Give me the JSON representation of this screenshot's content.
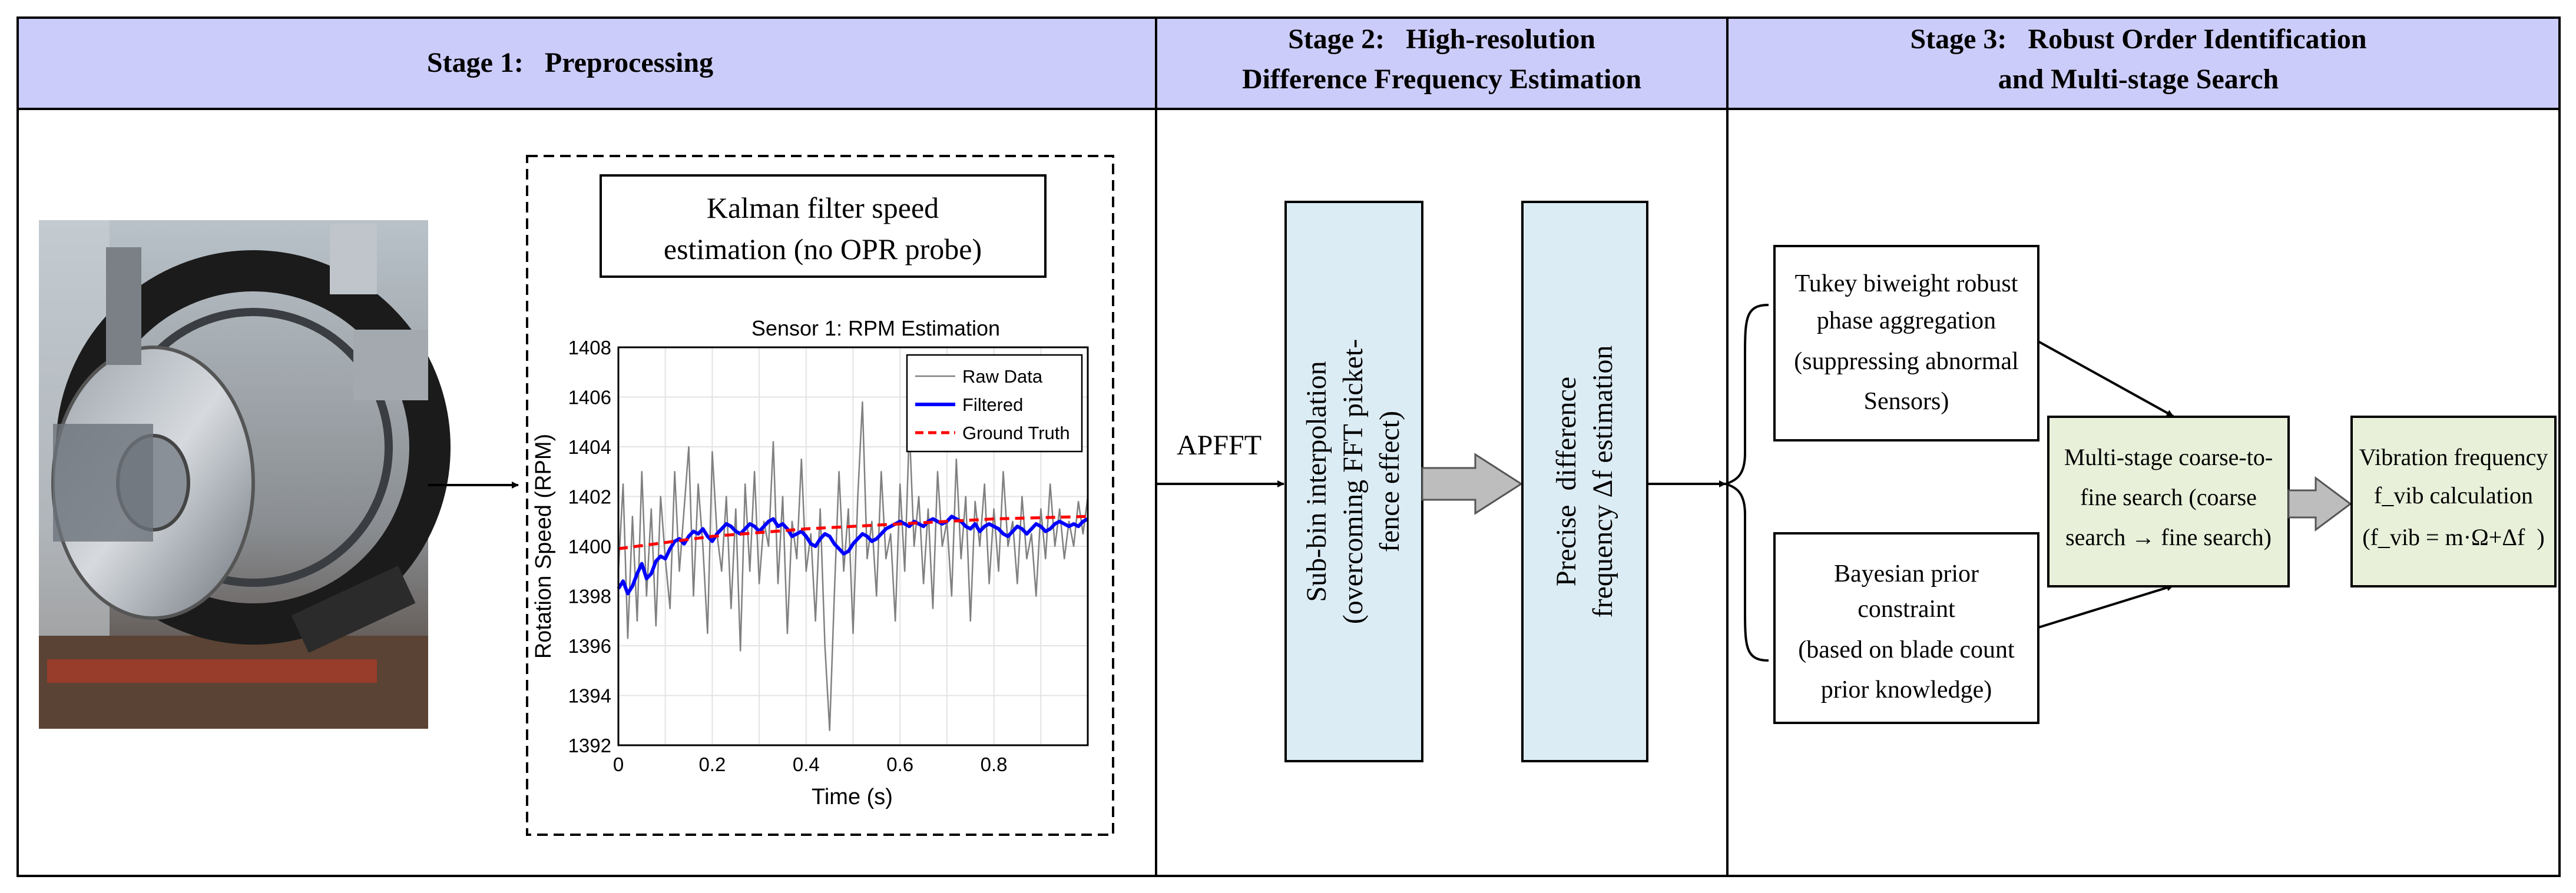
{
  "stages": [
    {
      "title_lines": [
        "Stage 1:   Preprocessing"
      ]
    },
    {
      "title_lines": [
        "Stage 2:   High-resolution",
        "Difference Frequency Estimation"
      ]
    },
    {
      "title_lines": [
        "Stage 3:   Robust Order Identification",
        "and Multi-stage Search"
      ]
    }
  ],
  "stage1": {
    "photo": {
      "alt": "test rig photograph"
    },
    "kalman_box_lines": [
      "Kalman filter speed",
      "estimation (no OPR probe)"
    ]
  },
  "stage2": {
    "input_label": "APFFT",
    "box1_lines": [
      "Sub-bin interpolation",
      "(overcoming FFT picket-",
      "fence effect)"
    ],
    "box2_lines": [
      "Precise  difference",
      "frequency Δf estimation"
    ]
  },
  "stage3": {
    "tukey_lines": [
      "Tukey biweight robust",
      "phase aggregation",
      "(suppressing abnormal",
      "Sensors)"
    ],
    "bayes_lines": [
      "Bayesian prior",
      "constraint",
      "(based on blade count",
      "prior knowledge)"
    ],
    "search_lines": [
      "Multi-stage coarse-to-",
      "fine search (coarse",
      "search → fine search)"
    ],
    "vib_lines": [
      "Vibration frequency",
      "f_vib calculation",
      "(f_vib = m·Ω+Δf  )"
    ]
  },
  "colors": {
    "header_fill": "#ccccfa",
    "box_blue": "#dcecf4",
    "box_green": "#e8f0d9",
    "arrow_gray": "#bdbdbd"
  },
  "chart_data": {
    "type": "line",
    "title": "Sensor 1: RPM Estimation",
    "xlabel": "Time (s)",
    "ylabel": "Rotation Speed (RPM)",
    "xlim": [
      0,
      1.0
    ],
    "ylim": [
      1392,
      1408
    ],
    "xticks": [
      0,
      0.2,
      0.4,
      0.6,
      0.8
    ],
    "yticks": [
      1392,
      1394,
      1396,
      1398,
      1400,
      1402,
      1404,
      1406,
      1408
    ],
    "grid": true,
    "legend_position": "top-right",
    "x": [
      0.0,
      0.01,
      0.02,
      0.03,
      0.04,
      0.05,
      0.06,
      0.07,
      0.08,
      0.09,
      0.1,
      0.11,
      0.12,
      0.13,
      0.14,
      0.15,
      0.16,
      0.17,
      0.18,
      0.19,
      0.2,
      0.21,
      0.22,
      0.23,
      0.24,
      0.25,
      0.26,
      0.27,
      0.28,
      0.29,
      0.3,
      0.31,
      0.32,
      0.33,
      0.34,
      0.35,
      0.36,
      0.37,
      0.38,
      0.39,
      0.4,
      0.41,
      0.42,
      0.43,
      0.44,
      0.45,
      0.46,
      0.47,
      0.48,
      0.49,
      0.5,
      0.51,
      0.52,
      0.53,
      0.54,
      0.55,
      0.56,
      0.57,
      0.58,
      0.59,
      0.6,
      0.61,
      0.62,
      0.63,
      0.64,
      0.65,
      0.66,
      0.67,
      0.68,
      0.69,
      0.7,
      0.71,
      0.72,
      0.73,
      0.74,
      0.75,
      0.76,
      0.77,
      0.78,
      0.79,
      0.8,
      0.81,
      0.82,
      0.83,
      0.84,
      0.85,
      0.86,
      0.87,
      0.88,
      0.89,
      0.9,
      0.91,
      0.92,
      0.93,
      0.94,
      0.95,
      0.96,
      0.97,
      0.98,
      0.99,
      1.0
    ],
    "series": [
      {
        "name": "Raw Data",
        "color": "#808080",
        "style": "solid",
        "values": [
          1399.0,
          1402.5,
          1396.3,
          1401.2,
          1397.0,
          1403.0,
          1398.0,
          1401.5,
          1396.8,
          1402.0,
          1399.5,
          1397.5,
          1403.0,
          1399.0,
          1401.5,
          1404.0,
          1398.0,
          1402.5,
          1400.0,
          1396.5,
          1403.8,
          1400.5,
          1399.0,
          1402.0,
          1397.5,
          1401.5,
          1395.8,
          1402.5,
          1399.0,
          1403.0,
          1398.5,
          1401.0,
          1400.0,
          1404.2,
          1398.5,
          1402.0,
          1396.5,
          1401.0,
          1399.5,
          1403.5,
          1399.0,
          1400.5,
          1397.0,
          1401.5,
          1396.0,
          1392.6,
          1398.0,
          1403.0,
          1399.0,
          1401.5,
          1396.5,
          1402.0,
          1405.8,
          1399.5,
          1401.0,
          1398.0,
          1403.0,
          1399.5,
          1400.5,
          1397.0,
          1402.5,
          1399.0,
          1404.8,
          1400.0,
          1402.0,
          1398.5,
          1401.5,
          1397.5,
          1403.0,
          1400.0,
          1401.0,
          1398.0,
          1403.5,
          1399.5,
          1402.0,
          1397.0,
          1401.8,
          1400.0,
          1402.5,
          1398.5,
          1401.5,
          1399.0,
          1403.0,
          1400.0,
          1401.0,
          1398.5,
          1402.0,
          1399.5,
          1400.5,
          1398.0,
          1401.5,
          1399.5,
          1402.5,
          1400.0,
          1401.5,
          1399.5,
          1401.0,
          1400.0,
          1401.8,
          1400.5,
          1402.0
        ]
      },
      {
        "name": "Filtered",
        "color": "#0000ff",
        "style": "solid",
        "values": [
          1398.3,
          1398.6,
          1398.1,
          1398.4,
          1398.9,
          1399.3,
          1398.7,
          1398.9,
          1399.4,
          1399.6,
          1399.5,
          1399.9,
          1400.2,
          1400.3,
          1400.1,
          1400.4,
          1400.6,
          1400.5,
          1400.7,
          1400.4,
          1400.2,
          1400.5,
          1400.7,
          1400.9,
          1400.8,
          1400.6,
          1400.5,
          1400.7,
          1400.9,
          1400.8,
          1400.6,
          1400.8,
          1401.0,
          1401.1,
          1400.8,
          1400.9,
          1400.7,
          1400.4,
          1400.5,
          1400.6,
          1400.4,
          1400.1,
          1400.0,
          1400.3,
          1400.5,
          1400.4,
          1400.1,
          1399.9,
          1399.7,
          1399.8,
          1400.1,
          1400.3,
          1400.5,
          1400.4,
          1400.2,
          1400.3,
          1400.5,
          1400.7,
          1400.8,
          1400.9,
          1401.0,
          1400.9,
          1400.8,
          1401.0,
          1400.9,
          1400.8,
          1401.0,
          1401.1,
          1401.0,
          1400.9,
          1401.0,
          1401.2,
          1401.1,
          1401.0,
          1400.8,
          1400.7,
          1400.9,
          1400.6,
          1400.8,
          1400.9,
          1400.8,
          1400.7,
          1400.5,
          1400.4,
          1400.6,
          1400.8,
          1400.7,
          1400.5,
          1400.7,
          1400.9,
          1400.8,
          1400.6,
          1400.7,
          1400.9,
          1401.0,
          1400.9,
          1400.8,
          1400.9,
          1400.8,
          1401.0,
          1401.1
        ]
      },
      {
        "name": "Ground Truth",
        "color": "#ff0000",
        "style": "dashed",
        "values": [
          1399.9,
          1400.4,
          1400.7,
          1400.9,
          1401.1,
          1401.2
        ]
      }
    ],
    "ground_truth_x": [
      0.0,
      0.2,
      0.4,
      0.6,
      0.8,
      1.0
    ]
  }
}
